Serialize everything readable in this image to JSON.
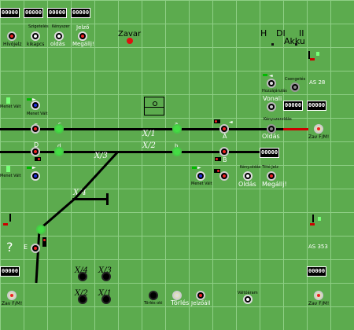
{
  "counters": {
    "top1": "00000",
    "top2": "00000",
    "top3": "00000",
    "top4": "00000",
    "right_mid": "00000",
    "right_mid2": "00000",
    "right_b": "00000",
    "left_bottom": "00000",
    "right_bottom": "00000"
  },
  "buttons": {
    "hivojelz": "Hívójelz",
    "szigetelo_top": "Szigetelés",
    "kikapcs": "kikapcs",
    "kenyszer_top": "Kényszer",
    "oldas_top": "oldás",
    "jelzo_top": "Jelző",
    "megallj_top": "Megállj!",
    "zavar": "Zavar",
    "h": "H",
    "di": "DI",
    "akku": "Akku",
    "ii": "II",
    "hozzajarulas": "Hozzájárulás",
    "csengetes": "Csengetés",
    "as28": "AS 28",
    "vonali": "Vonali",
    "kenyszeroldas": "Kényszeroldás",
    "oldas_a": "Oldás",
    "zav_f_m_top": "Zav F/M!",
    "menet_valt_1": "Menet Vált",
    "menet_valt_2": "Menet Vált",
    "menet_valt_3": "Menet Vált",
    "menet_valt_4": "Menet Vált",
    "kenyszer_b": "Kény.oldás",
    "oldas_b": "Oldás",
    "tiltas_jelz": "Tiltó Jelz",
    "megallj_b": "Megállj!",
    "as353": "AS 353",
    "question": "?",
    "torles_top": "Törlés oki",
    "torles": "Törlés",
    "jelzo_all": "Jelzőáll",
    "valto_aram": "Váltóáram",
    "zav_f_m_bottom": "Zav F/M!",
    "x4_label": "X/4",
    "x3_label": "X/3",
    "x2_label": "X/2",
    "x1_label": "X/1"
  },
  "tracks": {
    "x1": "X/1",
    "x2": "X/2",
    "x3": "X/3",
    "x4": "X/4"
  },
  "signals": {
    "a": "a",
    "b": "b",
    "c": "c",
    "d": "d",
    "A": "A",
    "B": "B",
    "C": "C",
    "D": "D",
    "E": "E"
  }
}
